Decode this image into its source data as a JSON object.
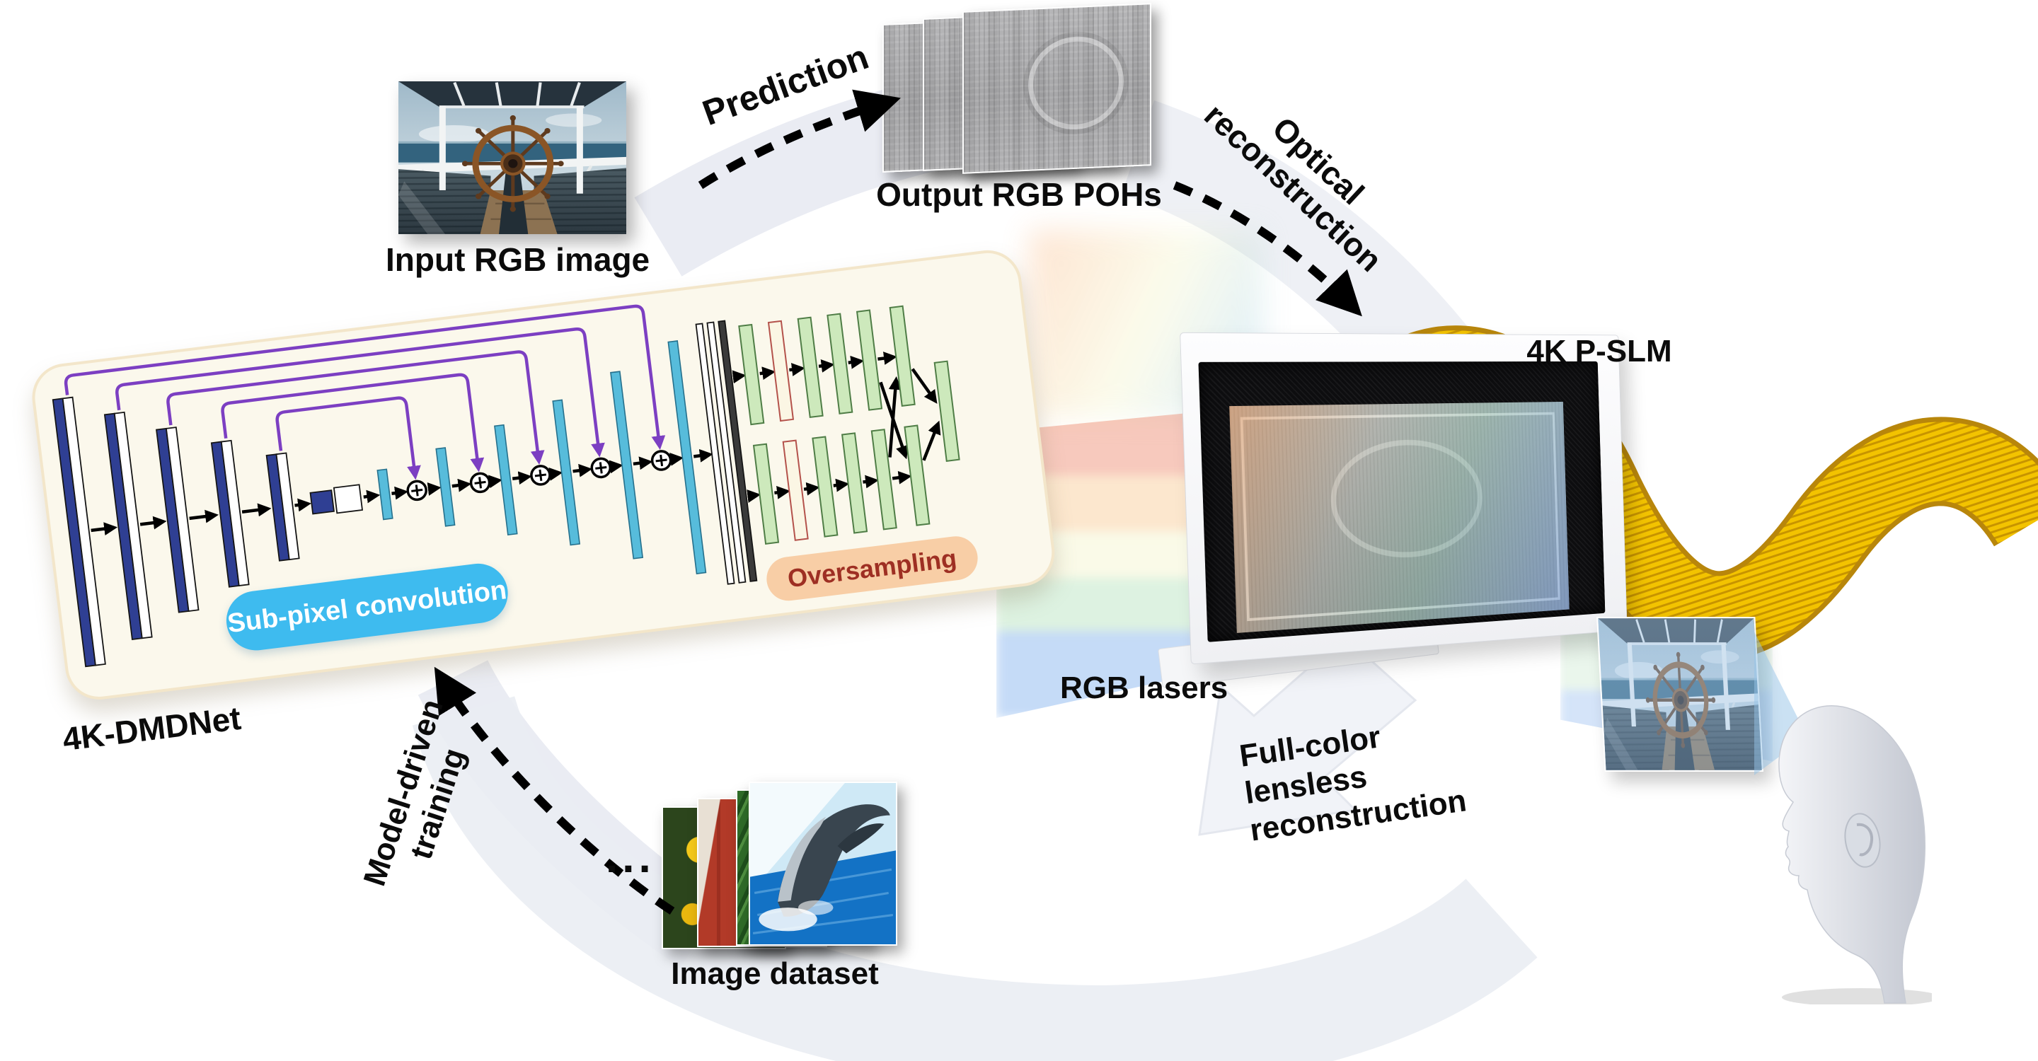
{
  "figure": {
    "top_flow": {
      "input_label": "Input RGB image",
      "prediction_label": "Prediction",
      "output_label": "Output RGB POHs",
      "optical_label_line1": "Optical",
      "optical_label_line2": "reconstruction"
    },
    "network": {
      "name": "4K-DMDNet",
      "subpixel_label": "Sub-pixel convolution",
      "oversampling_label": "Oversampling"
    },
    "training": {
      "model_driven_line1": "Model-driven",
      "model_driven_line2": "training",
      "ellipsis": "...",
      "dataset_label": "Image dataset"
    },
    "reconstruction": {
      "slm_label": "4K P-SLM",
      "lasers_label": "RGB lasers",
      "fullcolor_line1": "Full-color",
      "fullcolor_line2": "lensless",
      "fullcolor_line3": "reconstruction"
    },
    "colors": {
      "panel_bg": "#FBF8EC",
      "panel_border": "#F3E6CA",
      "encoder_blue": "#2F3F93",
      "decoder_teal": "#57BCDB",
      "green_fill": "#CDE9BC",
      "green_border": "#4F7D46",
      "cream_fill": "#FBF6E4",
      "cream_border": "#B4524B",
      "skip_purple": "#7C3FC2",
      "subpixel_bg": "#3EBBEF",
      "subpixel_text": "#FFFFFF",
      "oversampling_bg": "#F8CEA6",
      "oversampling_text": "#9E2F23",
      "ribbon_gold": "#F3C300",
      "ribbon_dark": "#B8860B",
      "swoosh": "#E9EBF2",
      "label_text": "#0B0B0B"
    }
  }
}
